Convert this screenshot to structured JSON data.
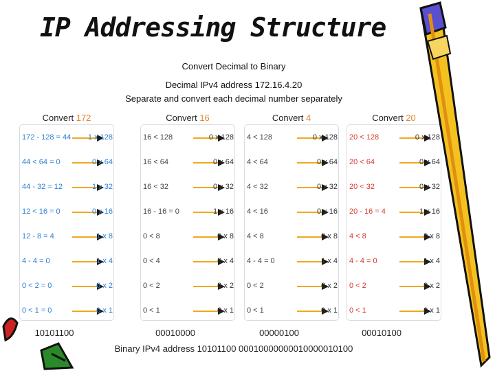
{
  "slide_title": "IP Addressing Structure",
  "figure": {
    "title": "Convert Decimal to Binary",
    "decimal_line": "Decimal IPv4 address 172.16.4.20",
    "separate_line": "Separate and convert each decimal number separately",
    "columns": [
      {
        "head_label": "Convert",
        "head_num": "172",
        "rows": [
          [
            "172 - 128 = 44",
            "1 x 128"
          ],
          [
            "44 < 64 = 0",
            "0 x 64"
          ],
          [
            "44 - 32 = 12",
            "1 x 32"
          ],
          [
            "12 < 16 = 0",
            "0 x 16"
          ],
          [
            "12 - 8 = 4",
            "1 x 8"
          ],
          [
            "4 - 4 = 0",
            "1 x 4"
          ],
          [
            "0 < 2 = 0",
            "0 x 2"
          ],
          [
            "0 < 1 = 0",
            "0 x 1"
          ]
        ],
        "binary": "10101100"
      },
      {
        "head_label": "Convert",
        "head_num": "16",
        "rows": [
          [
            "16 < 128",
            "0 x 128"
          ],
          [
            "16 < 64",
            "0 x 64"
          ],
          [
            "16 < 32",
            "0 x 32"
          ],
          [
            "16 - 16 = 0",
            "1 x 16"
          ],
          [
            "0 < 8",
            "0 x 8"
          ],
          [
            "0 < 4",
            "0 x 4"
          ],
          [
            "0 < 2",
            "0 x 2"
          ],
          [
            "0 < 1",
            "0 x 1"
          ]
        ],
        "binary": "00010000"
      },
      {
        "head_label": "Convert",
        "head_num": "4",
        "rows": [
          [
            "4 < 128",
            "0 x 128"
          ],
          [
            "4 < 64",
            "0 x 64"
          ],
          [
            "4 < 32",
            "0 x 32"
          ],
          [
            "4 < 16",
            "0 x 16"
          ],
          [
            "4 < 8",
            "0 x 8"
          ],
          [
            "4 - 4 = 0",
            "1 x 4"
          ],
          [
            "0 < 2",
            "0 x 2"
          ],
          [
            "0 < 1",
            "0 x 1"
          ]
        ],
        "binary": "00000100"
      },
      {
        "head_label": "Convert",
        "head_num": "20",
        "rows": [
          [
            "20 < 128",
            "0 x 128"
          ],
          [
            "20 < 64",
            "0 x 64"
          ],
          [
            "20 < 32",
            "0 x 32"
          ],
          [
            "20 - 16 = 4",
            "1 x 16"
          ],
          [
            "4 < 8",
            "0 x 8"
          ],
          [
            "4 - 4 = 0",
            "1 x 4"
          ],
          [
            "0 < 2",
            "0 x 2"
          ],
          [
            "0 < 1",
            "0 x 1"
          ]
        ],
        "binary": "00010100"
      }
    ],
    "binary_line": "Binary IPv4 address 10101100 00010000000010000010100",
    "arrow_color": "#f0a81c"
  }
}
